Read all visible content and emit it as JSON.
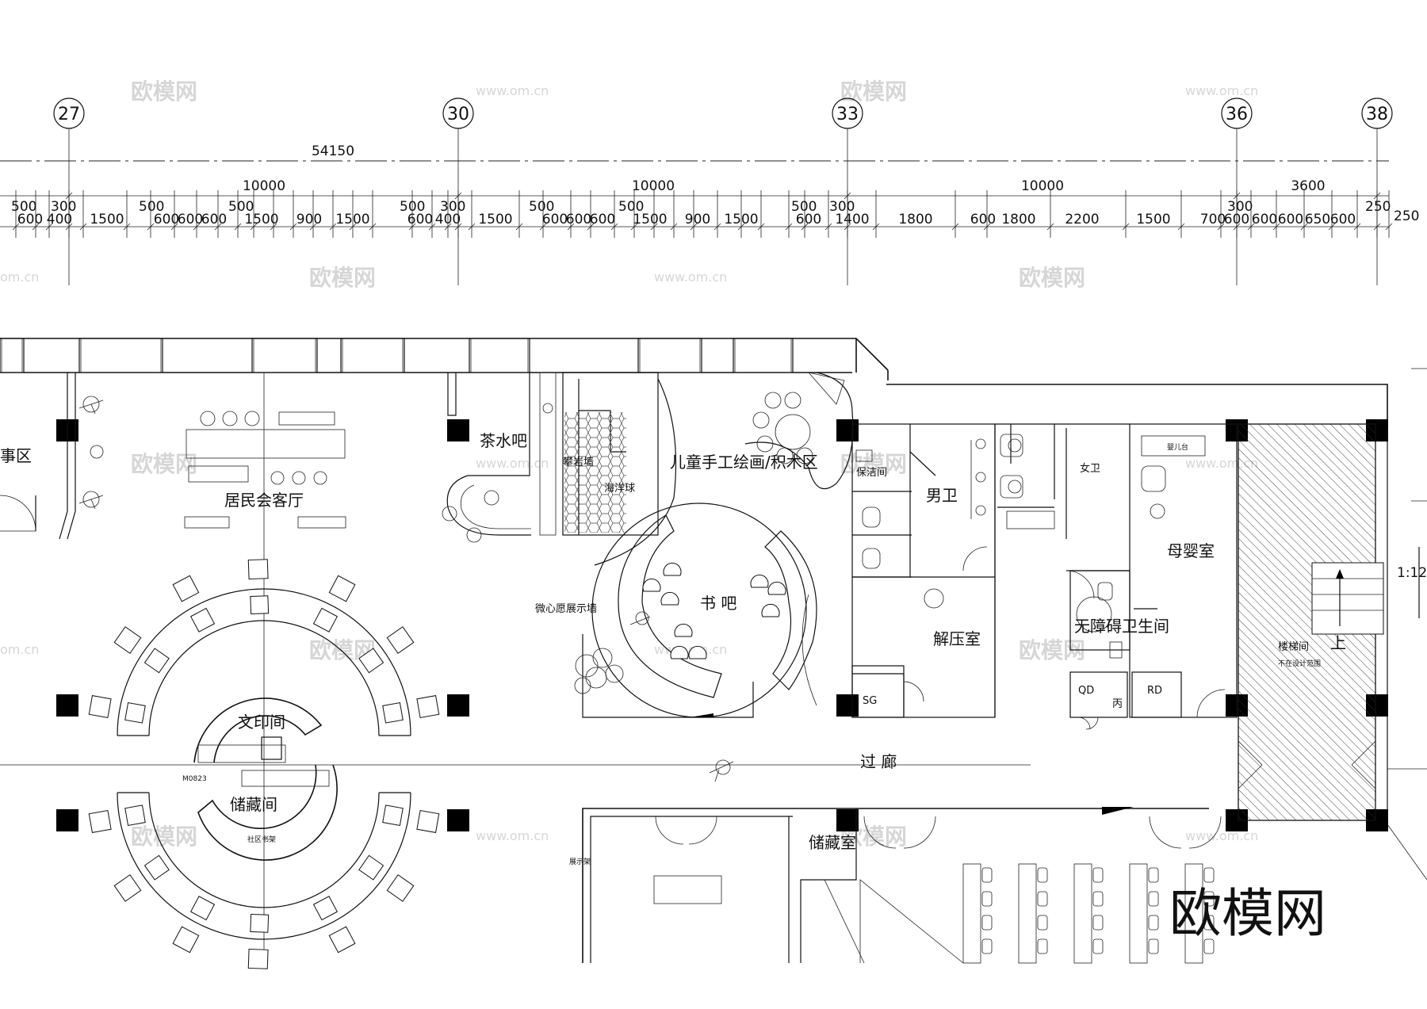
{
  "grid_axes": [
    "27",
    "30",
    "33",
    "36",
    "38"
  ],
  "dimensions": {
    "overall": "54150",
    "bays": [
      "10000",
      "10000",
      "10000",
      "3600"
    ],
    "row2_left": "500",
    "row2_300a": "300",
    "row2_500a": "500",
    "row2_500b": "500",
    "row2_500c": "500",
    "row2_300b": "300",
    "row2_500d": "500",
    "row2_500e": "500",
    "row2_500f": "500",
    "row2_300c": "300",
    "row2_300d": "300",
    "row2_250": "250",
    "row3": [
      "600",
      "400",
      "1500",
      "600",
      "600",
      "600",
      "1500",
      "900",
      "1500",
      "600",
      "400",
      "1500",
      "600",
      "600",
      "600",
      "1500",
      "900",
      "1500",
      "600",
      "1400",
      "1800",
      "600",
      "1800",
      "2200",
      "1500",
      "700",
      "600",
      "600",
      "600",
      "650",
      "600"
    ],
    "row3_end": "250"
  },
  "rooms": {
    "left_area": "事区",
    "residents_lounge": "居民会客厅",
    "tea_bar": "茶水吧",
    "rock_wall": "攀岩墙",
    "ball_pool": "海洋球",
    "kids_craft": "儿童手工绘画/积木区",
    "book_bar": "书  吧",
    "wish_wall": "微心愿展示墙",
    "print_room": "文印间",
    "storage": "储藏间",
    "corridor": "过  廊",
    "mens_wc": "男卫",
    "womens_wc": "女卫",
    "janitor": "保洁间",
    "mother_baby": "母婴室",
    "changing_table": "婴儿台",
    "decompression": "解压室",
    "accessible_wc": "无障碍卫生间",
    "stairwell": "楼梯间",
    "stair_note": "不在设计范围",
    "up": "上",
    "storage2": "储藏室",
    "sg": "SG",
    "qd": "QD",
    "rd": "RD",
    "bing": "丙",
    "door_code": "M0823",
    "scale": "1:12",
    "table_label": "社区书架",
    "side_note": "展示架"
  },
  "watermarks": {
    "logo": "欧模网",
    "url": "www.om.cn",
    "url_partial": "om.cn"
  }
}
